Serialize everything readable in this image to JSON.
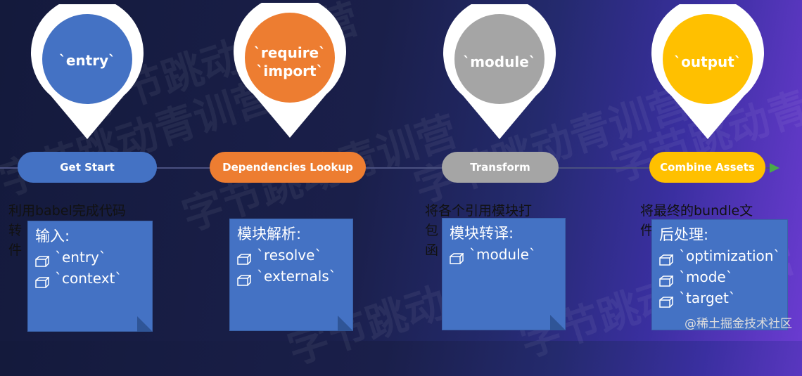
{
  "stages": [
    {
      "pin_label": "`entry`",
      "pin_color": "#4472c4",
      "step": "Get Start",
      "step_color": "#4472c4",
      "desc_lines": [
        "利用babel完成代码",
        "转",
        "件"
      ],
      "note_title": "输入:",
      "note_items": [
        "`entry`",
        "`context`"
      ]
    },
    {
      "pin_label": "`require`\n`import`",
      "pin_color": "#ed7d31",
      "step": "Dependencies Lookup",
      "step_color": "#ed7d31",
      "desc_lines": [],
      "note_title": "模块解析:",
      "note_items": [
        "`resolve`",
        "`externals`"
      ]
    },
    {
      "pin_label": "`module`",
      "pin_color": "#a5a5a5",
      "step": "Transform",
      "step_color": "#a5a5a5",
      "desc_lines": [
        "将各个引用模块打",
        "包",
        "函"
      ],
      "note_title": "模块转译:",
      "note_items": [
        "`module`"
      ]
    },
    {
      "pin_label": "`output`",
      "pin_color": "#ffc000",
      "step": "Combine Assets",
      "step_color": "#ffc000",
      "desc_lines": [
        "将最终的bundle文",
        "件"
      ],
      "note_title": "后处理:",
      "note_items": [
        "`optimization`",
        "`mode`",
        "`target`"
      ]
    }
  ],
  "watermark": "字节跳动青训营",
  "footer": "@稀土掘金技术社区",
  "colors": {
    "timeline_arrow": "#4aa84a",
    "note_bg": "#4472c4"
  }
}
